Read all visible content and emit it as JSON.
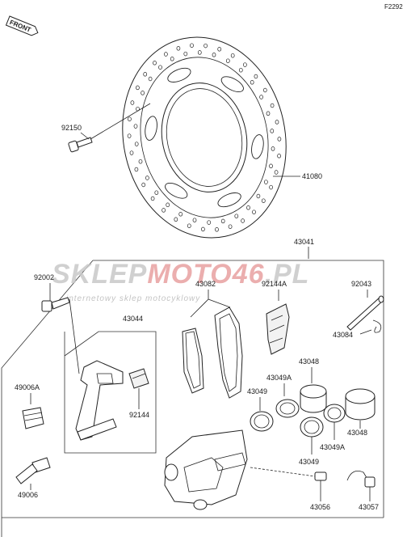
{
  "figure_code": "F2292",
  "front_tag": "FRONT",
  "watermark": {
    "brand_part1": "SKLEP",
    "brand_part2": "MOTO",
    "brand_part3": "46",
    "brand_part4": ".PL",
    "tagline": "internetowy sklep motocyklowy",
    "color_gray": "#c8c8c8",
    "color_red": "#e8a0a0"
  },
  "parts": {
    "p92150": "92150",
    "p41080": "41080",
    "p43041": "43041",
    "p92002": "92002",
    "p43082": "43082",
    "p92144A": "92144A",
    "p92043": "92043",
    "p43044": "43044",
    "p43084": "43084",
    "p43048a": "43048",
    "p43049A_top": "43049A",
    "p49006A": "49006A",
    "p43049_top": "43049",
    "p92144": "92144",
    "p43048b": "43048",
    "p43049A_bot": "43049A",
    "p43049_bot": "43049",
    "p49006": "49006",
    "p43056": "43056",
    "p43057": "43057"
  }
}
